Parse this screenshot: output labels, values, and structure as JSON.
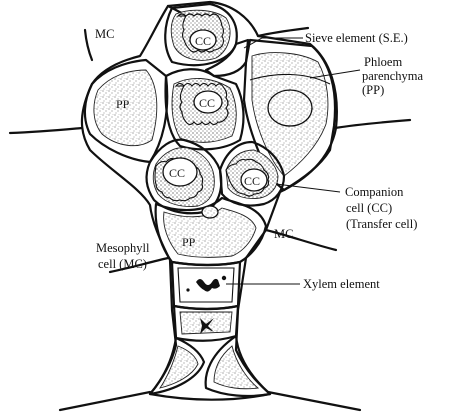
{
  "labels": {
    "mc_top": "MC",
    "sieve_element": "Sieve element  (S.E.)",
    "phloem_line1": "Phloem",
    "phloem_line2": "parenchyma",
    "phloem_line3": "(PP)",
    "companion_line1": "Companion",
    "companion_line2": "cell (CC)",
    "companion_line3": "(Transfer cell)",
    "mc_right": "MC",
    "mesophyll_line1": "Mesophyll",
    "mesophyll_line2": "cell (MC)",
    "xylem_element": "Xylem element"
  },
  "cell_labels": {
    "cc_top": "CC",
    "cc_middle": "CC",
    "cc_left": "CC",
    "cc_right": "CC",
    "pp_left": "PP",
    "pp_lower": "PP"
  }
}
